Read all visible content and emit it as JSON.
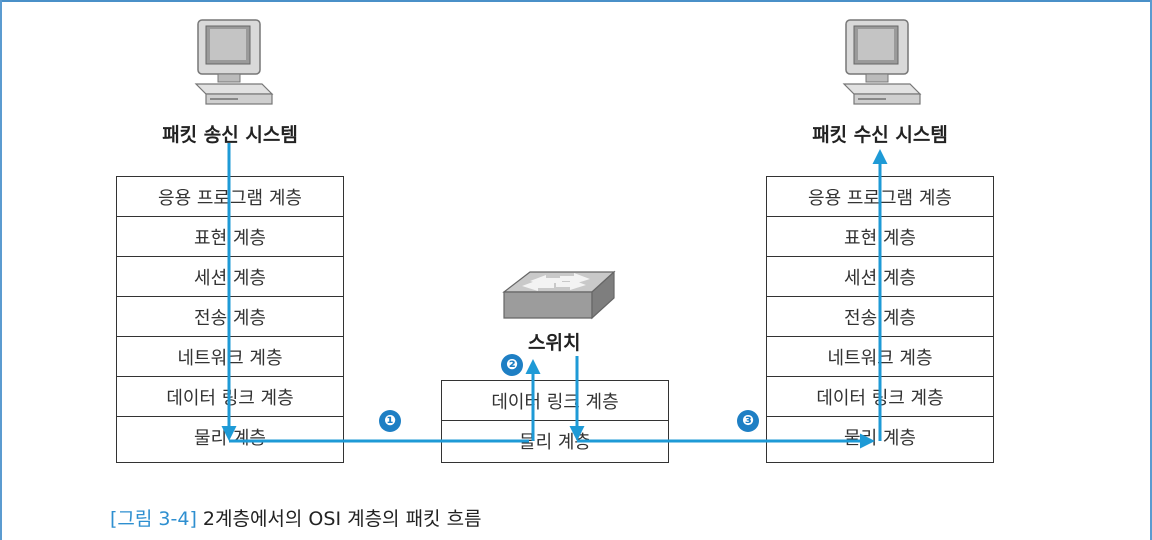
{
  "sender": {
    "title": "패킷 송신 시스템",
    "icon": "computer-icon"
  },
  "receiver": {
    "title": "패킷 수신 시스템",
    "icon": "computer-icon"
  },
  "switch": {
    "title": "스위치",
    "icon": "network-switch-icon"
  },
  "left_stack": [
    "응용 프로그램 계층",
    "표현 계층",
    "세션 계층",
    "전송 계층",
    "네트워크 계층",
    "데이터 링크 계층",
    "물리 계층"
  ],
  "right_stack": [
    "응용 프로그램 계층",
    "표현 계층",
    "세션 계층",
    "전송 계층",
    "네트워크 계층",
    "데이터 링크 계층",
    "물리 계층"
  ],
  "middle_stack": [
    "데이터 링크 계층",
    "물리 계층"
  ],
  "markers": [
    "❶",
    "❷",
    "❸"
  ],
  "figure_caption": {
    "number": "[그림 3-4]",
    "text": " 2계층에서의 OSI 계층의 패킷 흐름"
  },
  "colors": {
    "flow": "#1e9ad6",
    "marker": "#1e7fc4",
    "caption_number": "#2e8fd0"
  }
}
